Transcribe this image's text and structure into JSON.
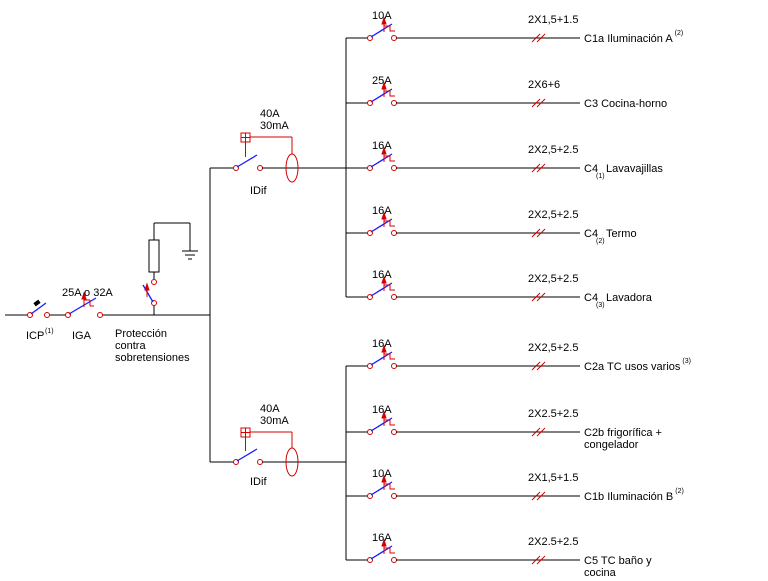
{
  "title": "",
  "colors": {
    "wire": "#000000",
    "terminal": "#d40000",
    "blade": "#1a1aff",
    "background": "#ffffff"
  },
  "main": {
    "icp": {
      "label": "ICP",
      "note": "(1)"
    },
    "iga": {
      "label": "IGA",
      "rating": "25A  o  32A"
    },
    "surge": {
      "line1": "Protección",
      "line2": "contra",
      "line3": "sobretensiones"
    },
    "idif_top": {
      "rating": "40A",
      "sensitivity": "30mA",
      "label": "IDif"
    },
    "idif_bottom": {
      "rating": "40A",
      "sensitivity": "30mA",
      "label": "IDif"
    }
  },
  "circuits": [
    {
      "rating": "10A",
      "cable": "2X1,5+1.5",
      "name": "C1a  Iluminación  A",
      "sub": "",
      "sup": "(2)"
    },
    {
      "rating": "25A",
      "cable": "2X6+6",
      "name": "C3  Cocina-horno",
      "sub": "",
      "sup": ""
    },
    {
      "rating": "16A",
      "cable": "2X2,5+2.5",
      "name": "C4",
      "sub": "(1)",
      "name2": "Lavavajillas",
      "sup": ""
    },
    {
      "rating": "16A",
      "cable": "2X2,5+2.5",
      "name": "C4",
      "sub": "(2)",
      "name2": "Termo",
      "sup": ""
    },
    {
      "rating": "16A",
      "cable": "2X2,5+2.5",
      "name": "C4",
      "sub": "(3)",
      "name2": "Lavadora",
      "sup": ""
    },
    {
      "rating": "16A",
      "cable": "2X2,5+2.5",
      "name": "C2a  TC  usos  varios",
      "sub": "",
      "sup": "(3)"
    },
    {
      "rating": "16A",
      "cable": "2X2.5+2.5",
      "name": "C2b  frigorífica  +",
      "line2": "congelador",
      "sup": ""
    },
    {
      "rating": "10A",
      "cable": "2X1,5+1.5",
      "name": "C1b  Iluminación  B",
      "sub": "",
      "sup": "(2)"
    },
    {
      "rating": "16A",
      "cable": "2X2.5+2.5",
      "name": "C5  TC  baño  y",
      "line2": "cocina",
      "sup": ""
    }
  ]
}
